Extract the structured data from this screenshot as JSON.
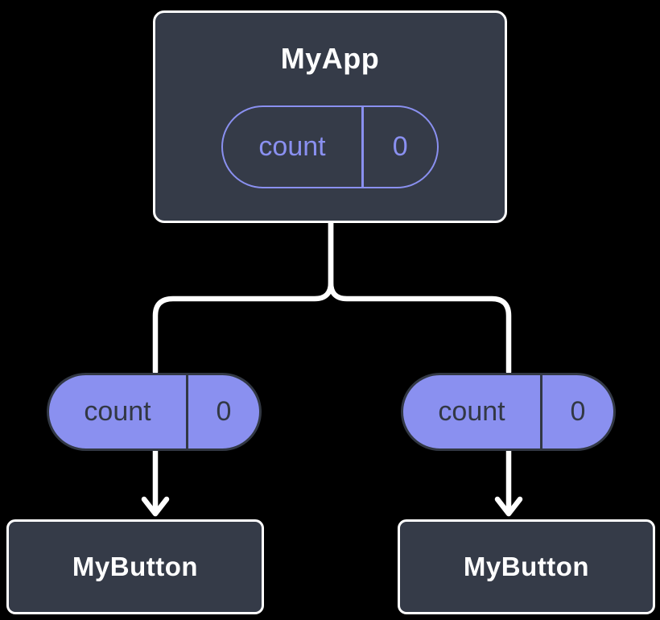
{
  "diagram": {
    "description": "React component tree diagram: parent state passed down as props",
    "colors": {
      "background": "#000000",
      "card_fill": "#353B48",
      "card_border": "#FFFFFF",
      "accent_purple": "#8A90F0",
      "pill_dark": "#323844",
      "connector": "#FFFFFF"
    },
    "root": {
      "title": "MyApp",
      "state": {
        "name": "count",
        "value": "0"
      }
    },
    "props": [
      {
        "name": "count",
        "value": "0"
      },
      {
        "name": "count",
        "value": "0"
      }
    ],
    "children": [
      {
        "title": "MyButton"
      },
      {
        "title": "MyButton"
      }
    ]
  }
}
